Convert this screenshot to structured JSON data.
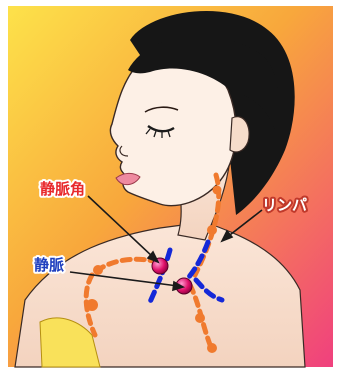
{
  "labels": {
    "venous_angle": "静脈角",
    "lymph": "リンパ",
    "vein": "静脈"
  },
  "colors": {
    "venous_angle_text": "#e8282b",
    "vein_text": "#1f3fbf",
    "lymph_text": "#ffffff",
    "lymph_vessel": "#f07a2e",
    "vein_vessel": "#1428d8",
    "background_top_left": "#fde24a",
    "background_bottom_right": "#f0407e"
  }
}
